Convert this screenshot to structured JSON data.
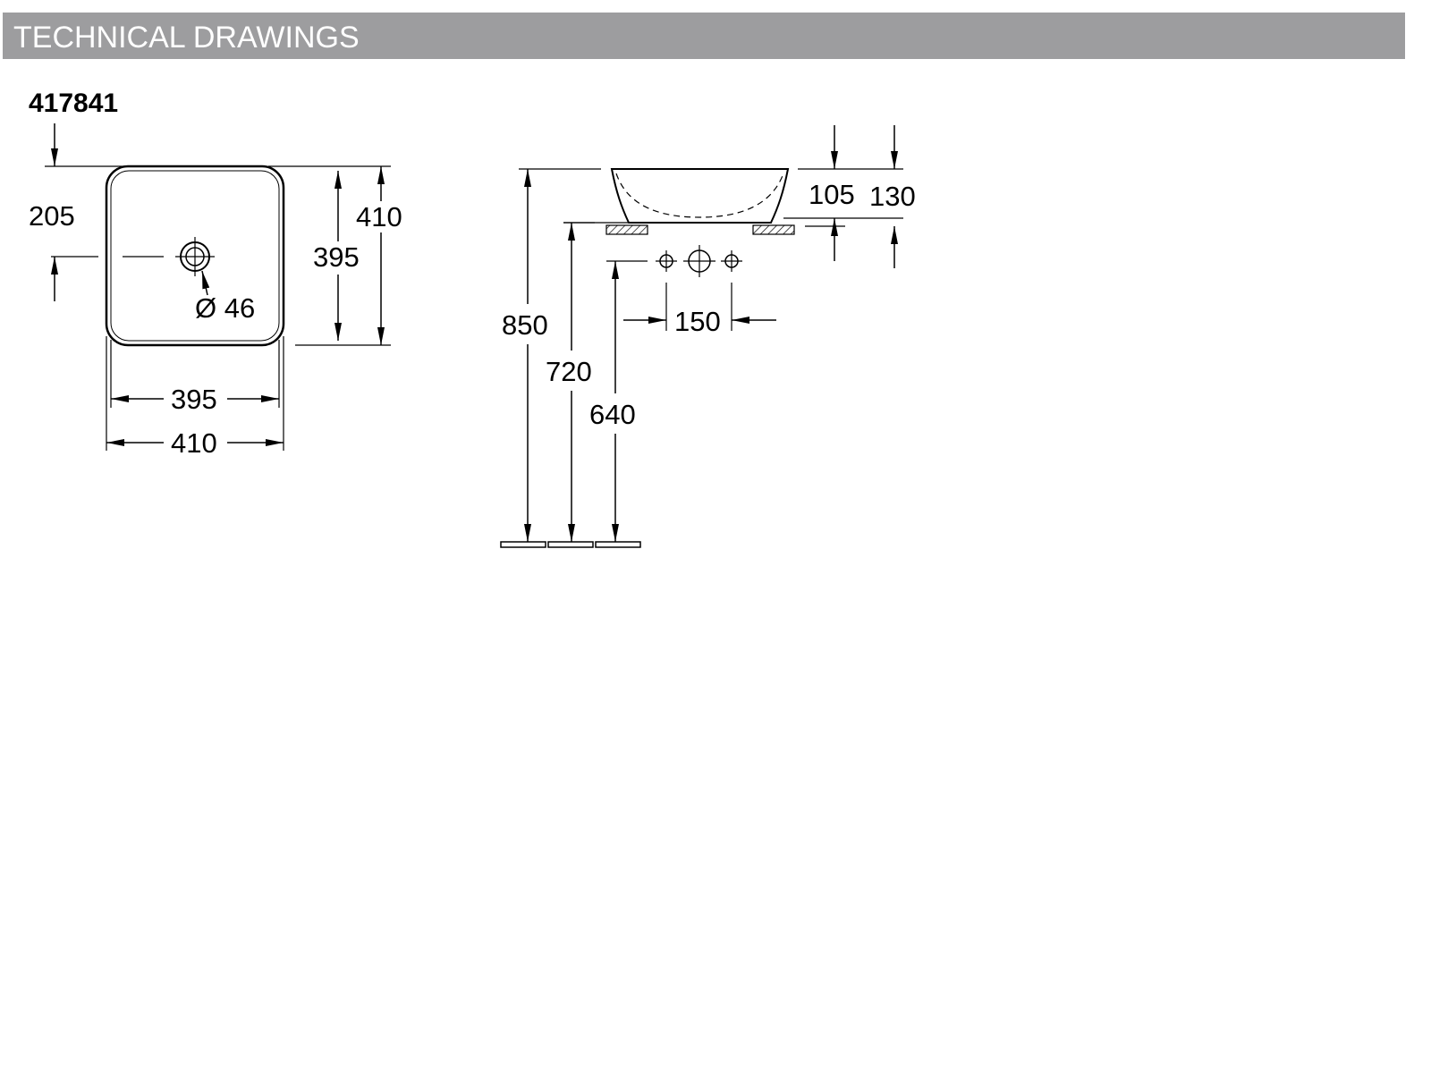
{
  "header": {
    "title": "TECHNICAL DRAWINGS"
  },
  "product": {
    "code": "417841"
  },
  "top_view": {
    "drain_offset": "205",
    "drain_diameter": "Ø 46",
    "inner_depth": "395",
    "outer_depth": "410",
    "inner_width": "395",
    "outer_width": "410"
  },
  "side_view": {
    "basin_height_inner": "105",
    "basin_height_outer": "130",
    "tap_hole_spacing": "150",
    "rim_height": "850",
    "counter_height": "720",
    "tap_height": "640"
  },
  "colors": {
    "header_bg": "#9d9d9f",
    "header_text": "#ffffff",
    "line": "#000000"
  }
}
